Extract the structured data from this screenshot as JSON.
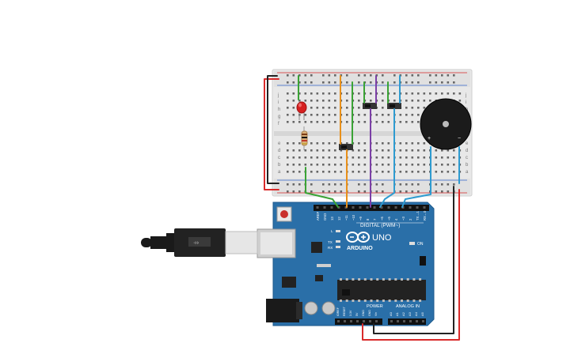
{
  "arduino": {
    "brand_label": "ARDUINO",
    "model_label": "UNO",
    "digital_label": "DIGITAL (PWM~)",
    "power_label": "POWER",
    "analog_label": "ANALOG IN",
    "on_label": "ON",
    "tx_label": "TX",
    "rx_label": "RX",
    "l_label": "L",
    "digital_pins": [
      "AREF",
      "GND",
      "13",
      "12",
      "~11",
      "~10",
      "~9",
      "8",
      "7",
      "~6",
      "~5",
      "4",
      "~3",
      "2",
      "TX→1",
      "RX←0"
    ],
    "power_pins": [
      "IOREF",
      "RESET",
      "3.3V",
      "5V",
      "GND",
      "GND",
      "Vin"
    ],
    "analog_pins": [
      "A0",
      "A1",
      "A2",
      "A3",
      "A4",
      "A5"
    ]
  },
  "breadboard": {
    "row_letters_top": [
      "j",
      "i",
      "h",
      "g",
      "f"
    ],
    "row_letters_bottom": [
      "e",
      "d",
      "c",
      "b",
      "a"
    ]
  },
  "buzzer": {
    "plus_label": "+",
    "minus_label": "−"
  },
  "colors": {
    "board": "#2a6fa8",
    "board_dark": "#1d5a8c",
    "red_wire": "#d92b2b",
    "black_wire": "#222222",
    "green_wire": "#3aa335",
    "orange_wire": "#e8901a",
    "purple_wire": "#7b3fa6",
    "blue_wire": "#2e9bd0"
  }
}
